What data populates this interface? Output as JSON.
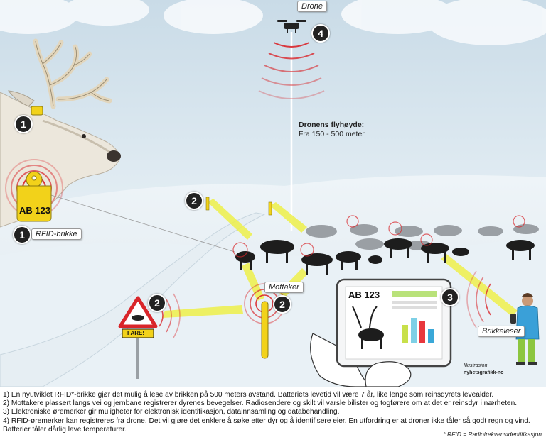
{
  "labels": {
    "drone": "Drone",
    "drone_height_title": "Dronens flyhøyde:",
    "drone_height_value": "Fra 150 - 500 meter",
    "rfid_tag": "RFID-brikke",
    "receiver": "Mottaker",
    "reader": "Brikkeleser",
    "tag_code": "AB 123",
    "tablet_code": "AB 123",
    "sign": "FARE!",
    "illustration": "Illustrasjon",
    "credit": "nyhetsgrafikk-no"
  },
  "markers": [
    "1",
    "1",
    "2",
    "2",
    "2",
    "3",
    "4"
  ],
  "footnotes": [
    "1) En nyutviklet RFID*-brikke gjør det mulig å lese av brikken på 500 meters avstand. Batteriets levetid vil være 7 år, like lenge som reinsdyrets levealder.",
    "2) Mottakere plassert langs vei og jernbane registrerer dyrenes bevegelser. Radiosendere og skilt vil varsle bilister og togførere om at det er reinsdyr i nærheten.",
    "3) Elektroniske øremerker gir muligheter for elektronisk identifikasjon, datainnsamling og databehandling.",
    "4) RFID-øremerker kan registreres fra drone. Det vil gjøre det enklere å søke etter dyr og å identifisere eier. En utfordring er at droner ikke tåler så godt regn og vind.",
    "Batterier tåler dårlig lave temperaturer."
  ],
  "rfid_definition": "* RFID = Radiofrekvensidentifikasjon",
  "colors": {
    "tag": "#f2d21a",
    "signal": "#d9252a",
    "ray": "#eef04a",
    "sky": "#dde9f1",
    "snow": "#f3f7fa"
  }
}
